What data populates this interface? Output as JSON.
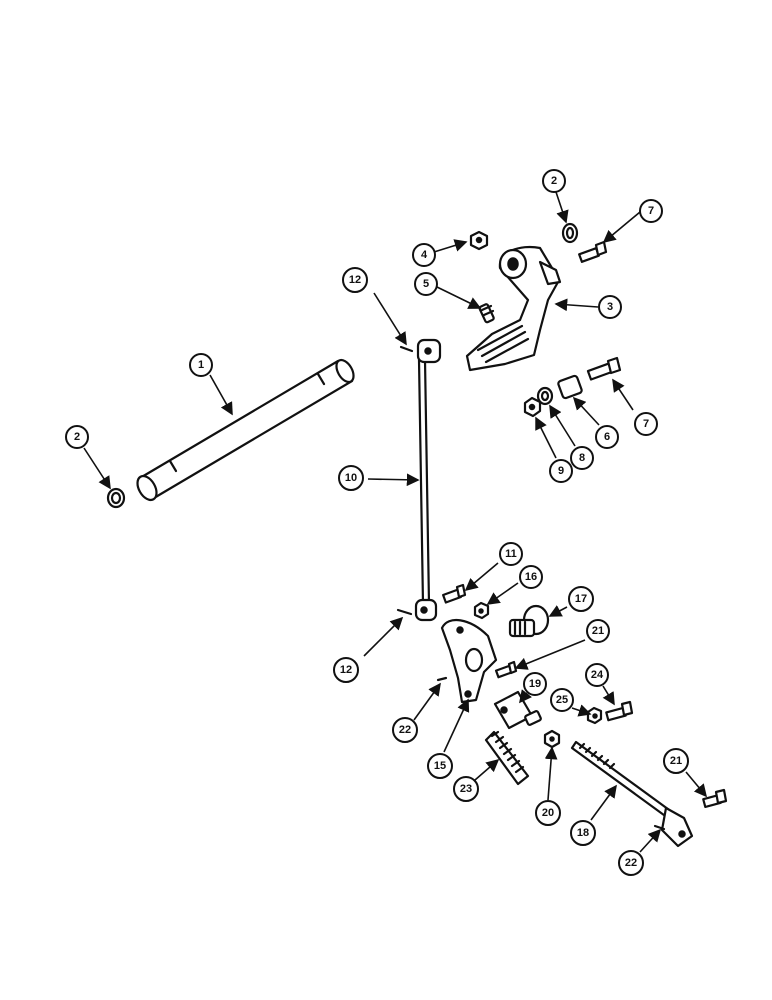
{
  "callouts": {
    "c1": "1",
    "c2a": "2",
    "c2b": "2",
    "c3": "3",
    "c4": "4",
    "c5": "5",
    "c6": "6",
    "c7a": "7",
    "c7b": "7",
    "c8": "8",
    "c9": "9",
    "c10": "10",
    "c11": "11",
    "c12a": "12",
    "c12b": "12",
    "c15": "15",
    "c16": "16",
    "c17": "17",
    "c18": "18",
    "c19": "19",
    "c20": "20",
    "c21a": "21",
    "c21b": "21",
    "c22a": "22",
    "c22b": "22",
    "c23": "23",
    "c24": "24",
    "c25": "25"
  }
}
